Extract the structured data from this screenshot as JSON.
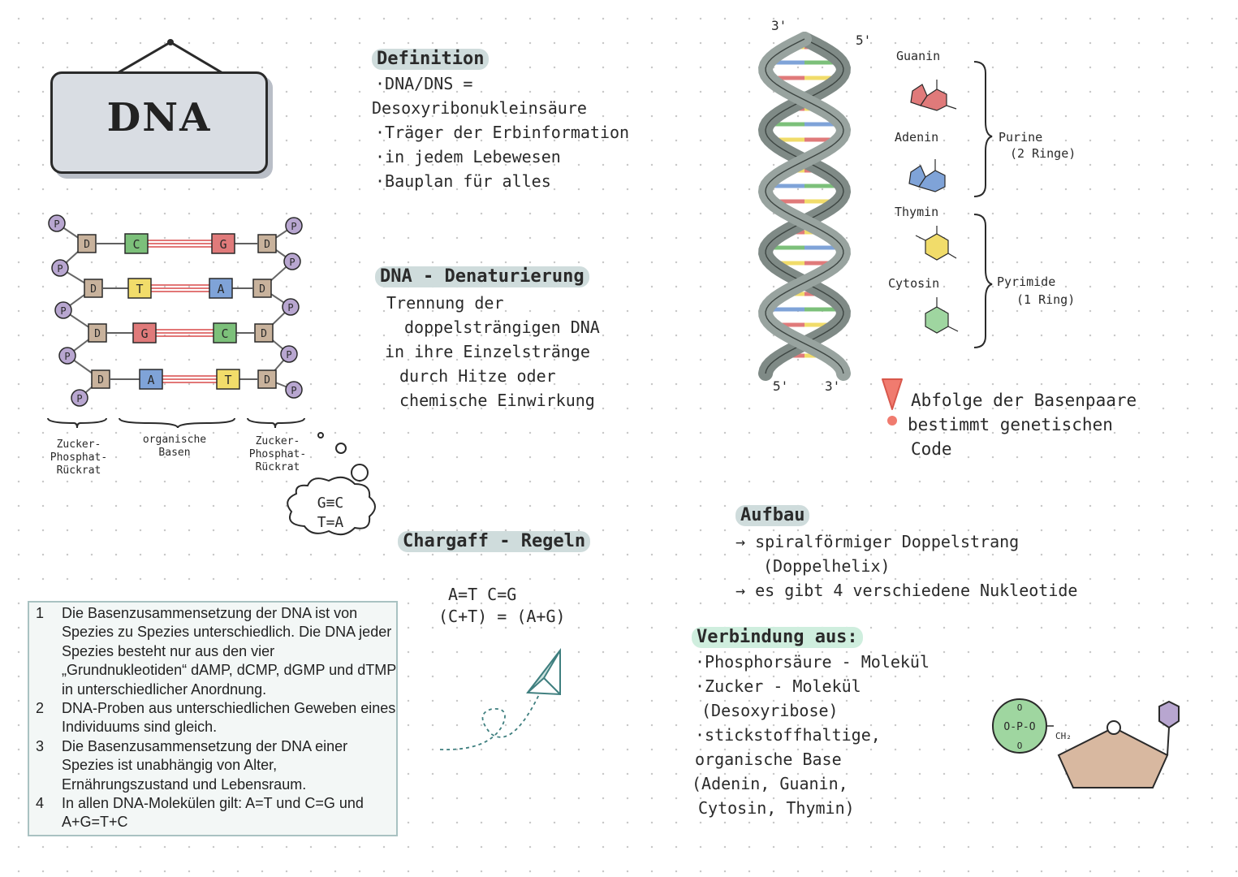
{
  "title": "DNA",
  "strand_diagram": {
    "pairs": [
      {
        "left": "C",
        "right": "G",
        "left_color": "#7cc07a",
        "right_color": "#e07a7a"
      },
      {
        "left": "T",
        "right": "A",
        "left_color": "#f1dc6a",
        "right_color": "#7fa3d8"
      },
      {
        "left": "G",
        "right": "C",
        "left_color": "#e07a7a",
        "right_color": "#7cc07a"
      },
      {
        "left": "A",
        "right": "T",
        "left_color": "#7fa3d8",
        "right_color": "#f1dc6a"
      }
    ],
    "phosphate_label": "P",
    "sugar_label": "D",
    "label_backbone_left": "Zucker-\nPhosphat-\nRückrat",
    "label_bases": "organische\nBasen",
    "label_backbone_right": "Zucker-\nPhosphat-\nRückrat",
    "bubble_line1": "G≡C",
    "bubble_line2": "T=A"
  },
  "definition": {
    "heading": "Definition",
    "lines": [
      "·DNA/DNS =",
      "Desoxyribonukleinsäure",
      "·Träger der Erbinformation",
      "·in jedem Lebewesen",
      "·Bauplan für alles"
    ]
  },
  "denaturation": {
    "heading": "DNA - Denaturierung",
    "lines": [
      "Trennung der",
      "doppelsträngigen DNA",
      "in ihre Einzelstränge",
      "durch Hitze oder",
      "chemische Einwirkung"
    ]
  },
  "chargaff": {
    "heading": "Chargaff - Regeln",
    "formula1": "A=T  C=G",
    "formula2": "(C+T) = (A+G)",
    "rules": [
      {
        "num": "1",
        "text": "Die Basenzusammensetzung der DNA ist von Spezies zu Spezies unterschiedlich. Die DNA jeder Spezies besteht nur aus den vier „Grundnukleotiden“ dAMP, dCMP, dGMP und dTMP in unterschiedlicher Anordnung."
      },
      {
        "num": "2",
        "text": "DNA-Proben aus unterschiedlichen Geweben eines Individuums sind gleich."
      },
      {
        "num": "3",
        "text": "Die Basenzusammensetzung der DNA einer Spezies ist unabhängig von Alter, Ernährungszustand und Lebensraum."
      },
      {
        "num": "4",
        "text": "In allen DNA-Molekülen gilt: A=T und C=G und A+G=T+C"
      }
    ]
  },
  "helix": {
    "top_left": "3'",
    "top_right": "5'",
    "bottom_left": "5'",
    "bottom_right": "3'",
    "rung_colors": [
      "#e07a7a",
      "#7cc07a",
      "#f1dc6a",
      "#7fa3d8"
    ]
  },
  "bases": {
    "guanin": "Guanin",
    "adenin": "Adenin",
    "thymin": "Thymin",
    "cytosin": "Cytosin",
    "purine": "Purine",
    "purine_sub": "(2 Ringe)",
    "pyrimide": "Pyrimide",
    "pyrimide_sub": "(1 Ring)",
    "guanin_color": "#e07a7a",
    "adenin_color": "#7fa3d8",
    "thymin_color": "#f1dc6a",
    "cytosin_color": "#9fd6a0"
  },
  "warning": {
    "lines": [
      "Abfolge der Basenpaare",
      "bestimmt genetischen",
      "Code"
    ],
    "color": "#f07b6f"
  },
  "aufbau": {
    "heading": "Aufbau",
    "lines": [
      "→ spiralförmiger Doppelstrang",
      "(Doppelhelix)",
      "→ es gibt 4 verschiedene Nukleotide"
    ]
  },
  "verbindung": {
    "heading": "Verbindung aus:",
    "lines": [
      "·Phosphorsäure - Molekül",
      "·Zucker - Molekül",
      "(Desoxyribose)",
      "·stickstoffhaltige,",
      "organische Base",
      "(Adenin, Guanin,",
      "Cytosin, Thymin)"
    ]
  },
  "nucleotide": {
    "phosphate_text": "O-P-O",
    "ch2": "CH₂",
    "phosphate_color": "#9fd6a0",
    "sugar_color": "#d8b8a0",
    "base_color": "#b8a6d0"
  }
}
